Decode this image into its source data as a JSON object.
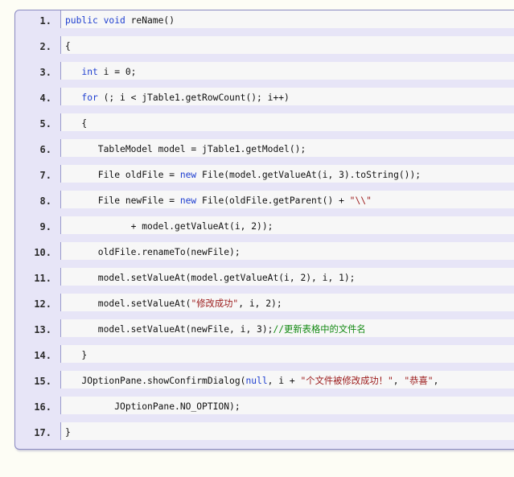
{
  "code_lines": [
    {
      "num": "1.",
      "parts": [
        {
          "t": "public void",
          "c": "kw"
        },
        {
          "t": " reName()",
          "c": ""
        }
      ]
    },
    {
      "num": "2.",
      "parts": [
        {
          "t": "{",
          "c": ""
        }
      ]
    },
    {
      "num": "3.",
      "parts": [
        {
          "t": "   ",
          "c": ""
        },
        {
          "t": "int",
          "c": "kw"
        },
        {
          "t": " i = 0;",
          "c": ""
        }
      ]
    },
    {
      "num": "4.",
      "parts": [
        {
          "t": "   ",
          "c": ""
        },
        {
          "t": "for",
          "c": "kw"
        },
        {
          "t": " (; i < jTable1.getRowCount(); i++)",
          "c": ""
        }
      ]
    },
    {
      "num": "5.",
      "parts": [
        {
          "t": "   {",
          "c": ""
        }
      ]
    },
    {
      "num": "6.",
      "parts": [
        {
          "t": "      TableModel model = jTable1.getModel();",
          "c": ""
        }
      ]
    },
    {
      "num": "7.",
      "parts": [
        {
          "t": "      File oldFile = ",
          "c": ""
        },
        {
          "t": "new",
          "c": "kw"
        },
        {
          "t": " File(model.getValueAt(i, 3).toString());",
          "c": ""
        }
      ]
    },
    {
      "num": "8.",
      "parts": [
        {
          "t": "      File newFile = ",
          "c": ""
        },
        {
          "t": "new",
          "c": "kw"
        },
        {
          "t": " File(oldFile.getParent() + ",
          "c": ""
        },
        {
          "t": "\"\\\\\"",
          "c": "str"
        }
      ]
    },
    {
      "num": "9.",
      "parts": [
        {
          "t": "            + model.getValueAt(i, 2));",
          "c": ""
        }
      ]
    },
    {
      "num": "10.",
      "parts": [
        {
          "t": "      oldFile.renameTo(newFile);",
          "c": ""
        }
      ]
    },
    {
      "num": "11.",
      "parts": [
        {
          "t": "      model.setValueAt(model.getValueAt(i, 2), i, 1);",
          "c": ""
        }
      ]
    },
    {
      "num": "12.",
      "parts": [
        {
          "t": "      model.setValueAt(",
          "c": ""
        },
        {
          "t": "\"修改成功\"",
          "c": "str"
        },
        {
          "t": ", i, 2);",
          "c": ""
        }
      ]
    },
    {
      "num": "13.",
      "parts": [
        {
          "t": "      model.setValueAt(newFile, i, 3);",
          "c": ""
        },
        {
          "t": "//更新表格中的文件名",
          "c": "cm"
        }
      ]
    },
    {
      "num": "14.",
      "parts": [
        {
          "t": "   }",
          "c": ""
        }
      ]
    },
    {
      "num": "15.",
      "parts": [
        {
          "t": "   JOptionPane.showConfirmDialog(",
          "c": ""
        },
        {
          "t": "null",
          "c": "kw"
        },
        {
          "t": ", i + ",
          "c": ""
        },
        {
          "t": "\"个文件被修改成功！\"",
          "c": "str"
        },
        {
          "t": ", ",
          "c": ""
        },
        {
          "t": "\"恭喜\"",
          "c": "str"
        },
        {
          "t": ",",
          "c": ""
        }
      ]
    },
    {
      "num": "16.",
      "parts": [
        {
          "t": "         JOptionPane.NO_OPTION);",
          "c": ""
        }
      ]
    },
    {
      "num": "17.",
      "parts": [
        {
          "t": "}",
          "c": ""
        }
      ]
    }
  ]
}
